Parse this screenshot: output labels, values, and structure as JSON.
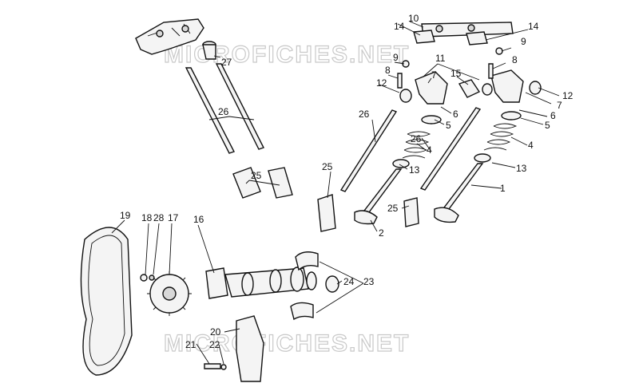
{
  "watermark": {
    "text": "MICROFICHES.NET"
  },
  "callouts": [
    "1",
    "2",
    "4",
    "4",
    "5",
    "5",
    "6",
    "6",
    "7",
    "7",
    "8",
    "8",
    "9",
    "9",
    "10",
    "11",
    "12",
    "12",
    "13",
    "13",
    "14",
    "14",
    "15",
    "16",
    "17",
    "18",
    "19",
    "20",
    "21",
    "22",
    "23",
    "24",
    "25",
    "25",
    "25",
    "26",
    "26",
    "26",
    "27",
    "28"
  ]
}
